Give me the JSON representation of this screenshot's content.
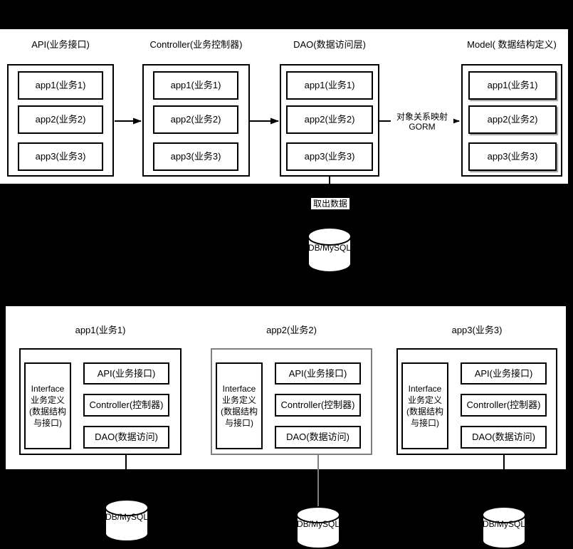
{
  "top_flow": {
    "columns": [
      {
        "title": "API(业务接口)",
        "items": [
          "app1(业务1)",
          "app2(业务2)",
          "app3(业务3)"
        ]
      },
      {
        "title": "Controller(业务控制器)",
        "items": [
          "app1(业务1)",
          "app2(业务2)",
          "app3(业务3)"
        ]
      },
      {
        "title": "DAO(数据访问层)",
        "items": [
          "app1(业务1)",
          "app2(业务2)",
          "app3(业务3)"
        ]
      },
      {
        "title": "Model( 数据结构定义)",
        "items": [
          "app1(业务1)",
          "app2(业务2)",
          "app3(业务3)"
        ]
      }
    ],
    "orm_line1": "对象关系映射",
    "orm_line2": "GORM",
    "fetch_label": "取出数据",
    "db_label": "DB/MySQL"
  },
  "apps": [
    {
      "title": "app1(业务1)",
      "interface_label": "Interface\n业务定义\n(数据结构\n与接口)",
      "api_label": "API(业务接口)",
      "controller_label": "Controller(控制器)",
      "dao_label": "DAO(数据访问)",
      "db_label": "DB/MySQL"
    },
    {
      "title": "app2(业务2)",
      "interface_label": "Interface\n业务定义\n(数据结构\n与接口)",
      "api_label": "API(业务接口)",
      "controller_label": "Controller(控制器)",
      "dao_label": "DAO(数据访问)",
      "db_label": "DB/MySQL"
    },
    {
      "title": "app3(业务3)",
      "interface_label": "Interface\n业务定义\n(数据结构\n与接口)",
      "api_label": "API(业务接口)",
      "controller_label": "Controller(控制器)",
      "dao_label": "DAO(数据访问)",
      "db_label": "DB/MySQL"
    }
  ],
  "colors": {
    "background": "#000000",
    "panel": "#ffffff",
    "stroke": "#000000",
    "secondary_stroke": "#7f7f7f",
    "shadow": "#9c9c9c"
  }
}
